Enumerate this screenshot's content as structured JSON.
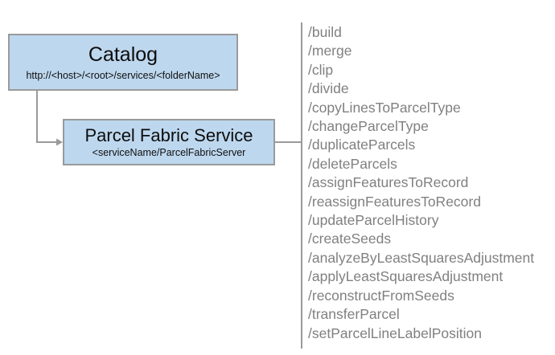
{
  "diagram": {
    "nodes": [
      {
        "id": "catalog",
        "title": "Catalog",
        "subtitle": "http://<host>/<root>/services/<folderName>"
      },
      {
        "id": "parcel-fabric-service",
        "title": "Parcel Fabric Service",
        "subtitle": "<serviceName/ParcelFabricServer"
      }
    ],
    "endpoints": [
      "/build",
      "/merge",
      "/clip",
      "/divide",
      "/copyLinesToParcelType",
      "/changeParcelType",
      "/duplicateParcels",
      "/deleteParcels",
      "/assignFeaturesToRecord",
      "/reassignFeaturesToRecord",
      "/updateParcelHistory",
      "/createSeeds",
      "/analyzeByLeastSquaresAdjustment",
      "/applyLeastSquaresAdjustment",
      "/reconstructFromSeeds",
      "/transferParcel",
      "/setParcelLineLabelPosition"
    ],
    "colors": {
      "node_fill": "#bdd7ee",
      "node_border": "#9a9a9a",
      "connector": "#9a9a9a",
      "endpoint_text": "#808080",
      "node_text": "#0d0d0d",
      "background": "#ffffff"
    }
  }
}
